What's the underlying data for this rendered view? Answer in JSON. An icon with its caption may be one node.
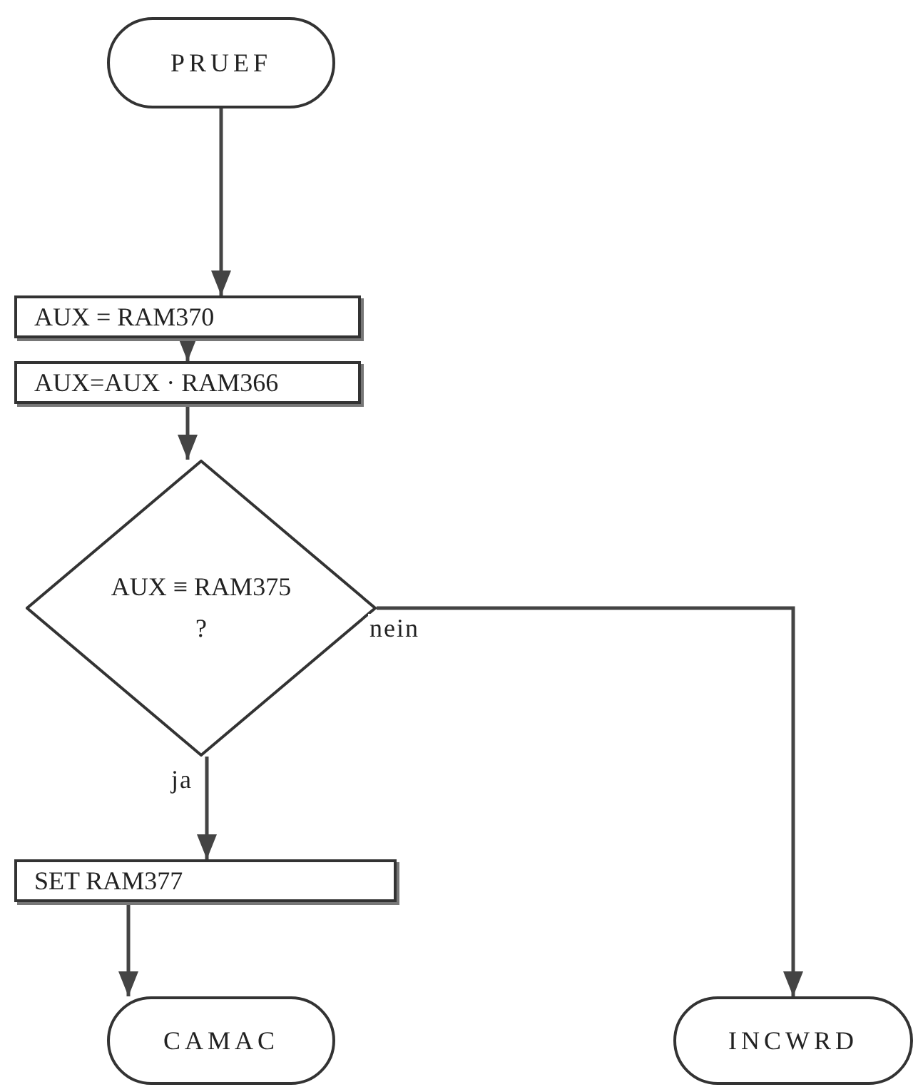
{
  "diagram": {
    "nodes": [
      {
        "text": [
          "PRUEF"
        ]
      },
      {
        "text": [
          "AUX = RAM370"
        ]
      },
      {
        "text": [
          "AUX=AUX · RAM366"
        ]
      },
      {
        "text": [
          "AUX ≡ RAM375 ?"
        ]
      },
      {
        "text": [
          "SET RAM377"
        ]
      },
      {
        "text": [
          "CAMAC"
        ]
      },
      {
        "text": [
          "INCWRD"
        ]
      }
    ],
    "edges": [
      {
        "from": 0,
        "to": 1,
        "arrow": "to"
      },
      {
        "from": 1,
        "to": 2,
        "arrow": "to"
      },
      {
        "from": 2,
        "to": 3,
        "arrow": "to"
      },
      {
        "from": 3,
        "to": 4,
        "arrow": "to",
        "label": "ja"
      },
      {
        "from": 4,
        "to": 5,
        "arrow": "to"
      },
      {
        "from": 3,
        "to": 6,
        "arrow": "to",
        "label": "nein"
      }
    ]
  }
}
